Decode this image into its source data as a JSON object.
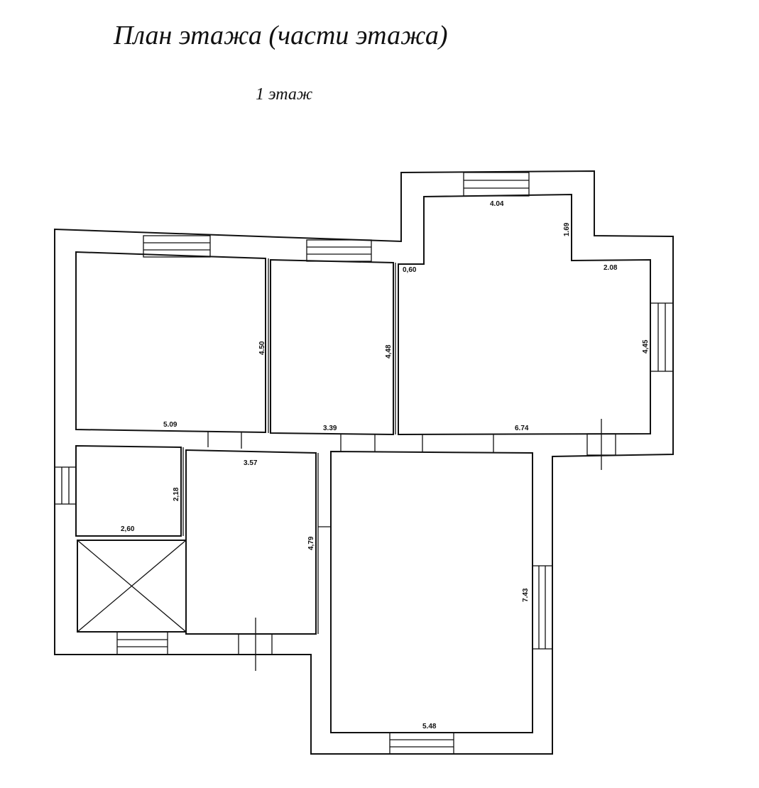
{
  "title": "План этажа (части этажа)",
  "subtitle": "1 этаж",
  "dimensions": {
    "room1_width": "5.09",
    "room1_height": "4.50",
    "room2_width": "3.39",
    "room2_height": "4,48",
    "room3_width": "6.74",
    "room3_height": "4,45",
    "bay_width": "4.04",
    "bay_depth": "1.69",
    "bay_offset": "2.08",
    "partition": "0,60",
    "room4_width": "2,60",
    "room4_height": "2,18",
    "room5_width": "3.57",
    "room5_height": "4,79",
    "room6_width": "5.48",
    "room6_height": "7.43"
  }
}
